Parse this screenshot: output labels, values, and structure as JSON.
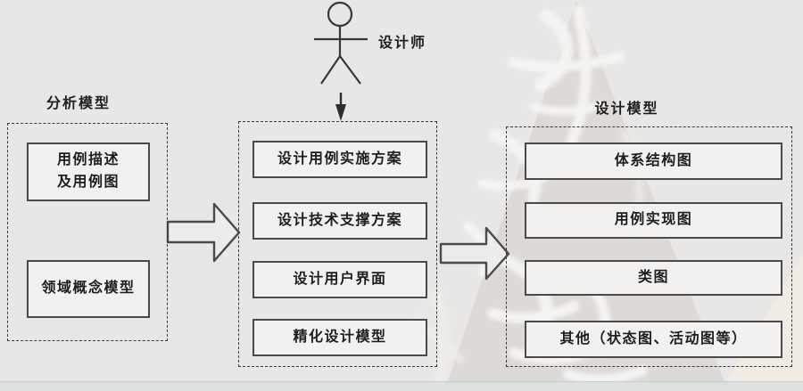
{
  "actor": {
    "label": "设计师"
  },
  "left_panel": {
    "title": "分析模型",
    "boxes": [
      {
        "label": "用例描述\n及用例图"
      },
      {
        "label": "领域概念模型"
      }
    ]
  },
  "middle_panel": {
    "boxes": [
      {
        "label": "设计用例实施方案"
      },
      {
        "label": "设计技术支撑方案"
      },
      {
        "label": "设计用户界面"
      },
      {
        "label": "精化设计模型"
      }
    ]
  },
  "right_panel": {
    "title": "设计模型",
    "boxes": [
      {
        "label": "体系结构图"
      },
      {
        "label": "用例实现图"
      },
      {
        "label": "类图"
      },
      {
        "label": "其他（状态图、活动图等）"
      }
    ]
  },
  "colors": {
    "background": "#e9e7e5",
    "line": "#3a3a3a",
    "box_fill": "#f2f1ef",
    "watermark_triangle": "#dcd9d6",
    "watermark_strokes": "#f7f6f4",
    "page_edge": "#dce0e1"
  }
}
